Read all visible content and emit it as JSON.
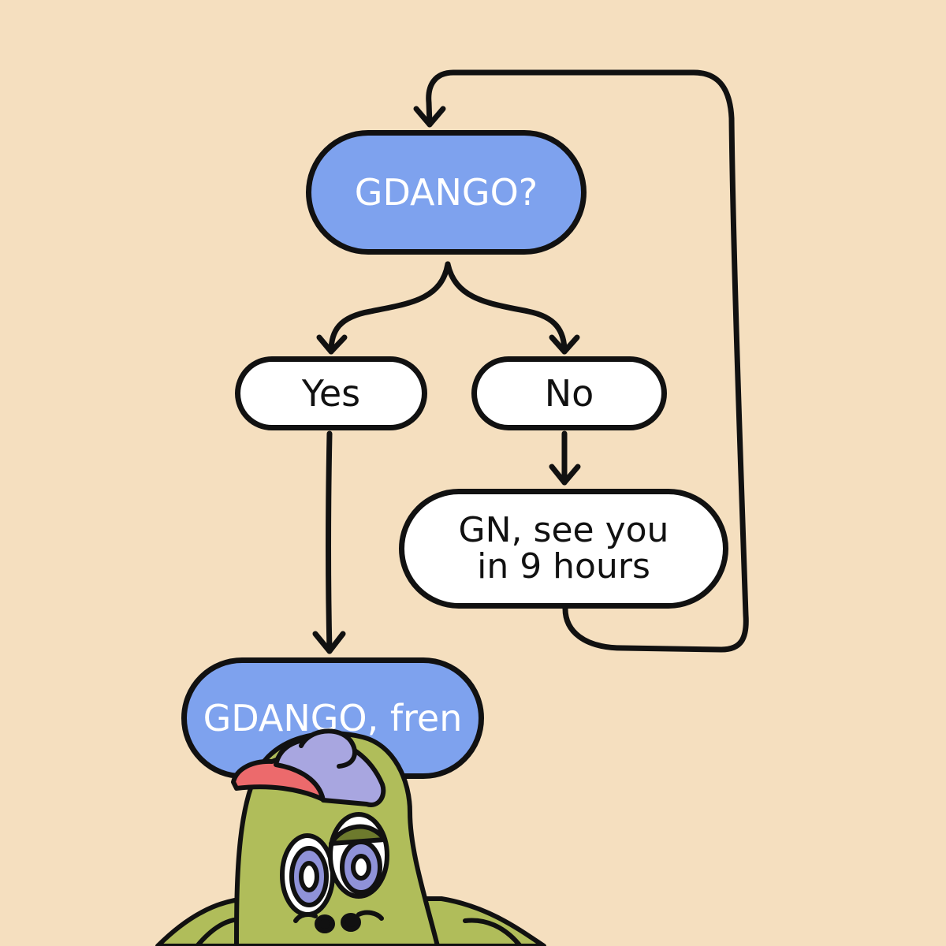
{
  "colors": {
    "background": "#f5dfbf",
    "node_blue": "#7ea2ee",
    "node_white": "#ffffff",
    "stroke": "#111111",
    "mascot_skin": "#b0bd5a",
    "cap_red": "#ec6a6c",
    "cap_purple": "#a8a6e0"
  },
  "diagram": {
    "nodes": {
      "question": {
        "label": "GDANGO?"
      },
      "yes": {
        "label": "Yes"
      },
      "no": {
        "label": "No"
      },
      "gn": {
        "label": "GN, see you\nin 9 hours"
      },
      "fren": {
        "label": "GDANGO, fren"
      }
    },
    "edges": [
      {
        "from": "question",
        "to": "yes"
      },
      {
        "from": "question",
        "to": "no"
      },
      {
        "from": "yes",
        "to": "fren"
      },
      {
        "from": "no",
        "to": "gn"
      },
      {
        "from": "gn",
        "to": "question"
      }
    ]
  },
  "mascot": {
    "icon": "frog-mascot-with-cap-icon"
  }
}
